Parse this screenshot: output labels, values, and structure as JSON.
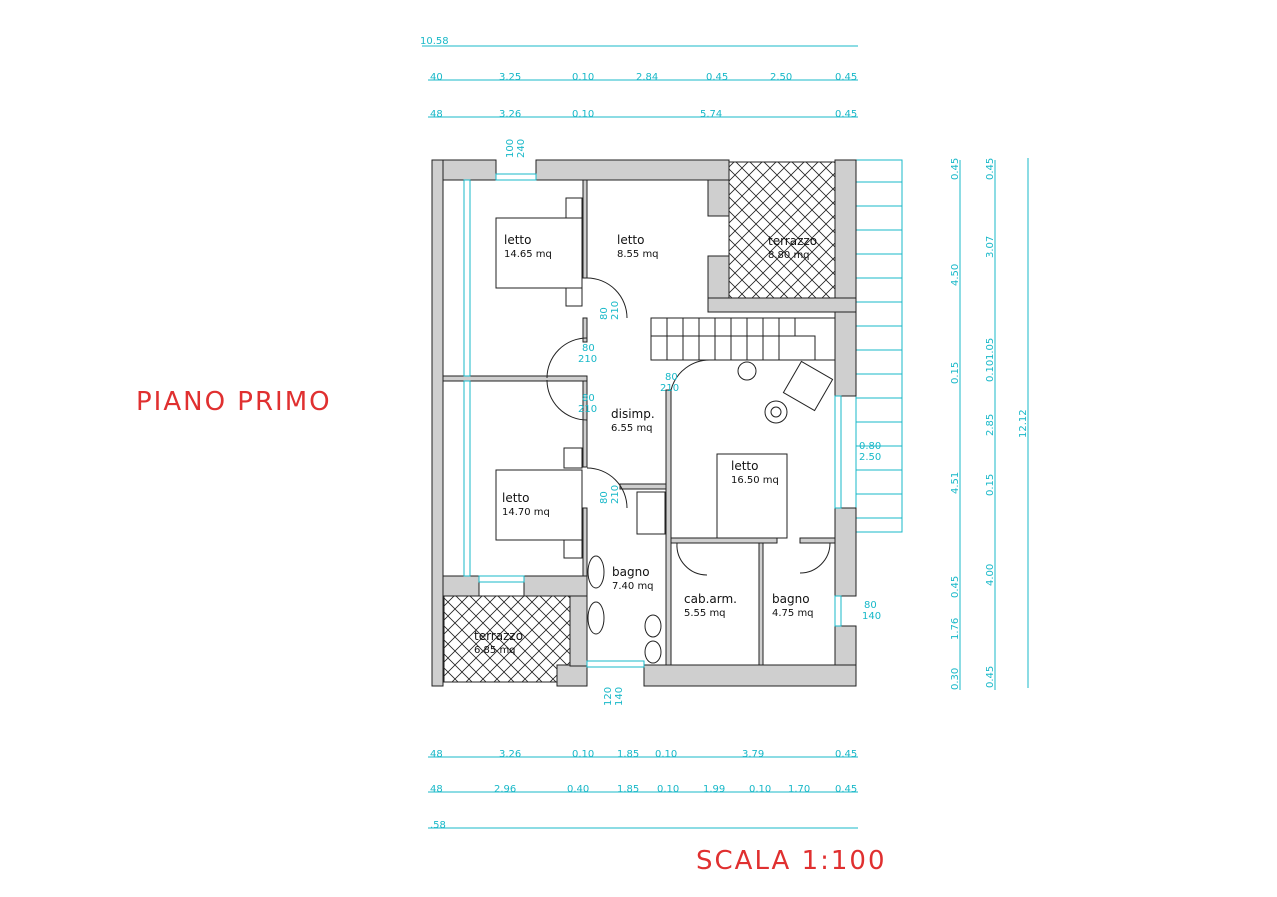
{
  "titles": {
    "floor": "PIANO PRIMO",
    "scale": "SCALA 1:100"
  },
  "rooms": [
    {
      "name": "letto",
      "area": "14.65 mq"
    },
    {
      "name": "letto",
      "area": "8.55 mq"
    },
    {
      "name": "terrazzo",
      "area": "8.80 mq"
    },
    {
      "name": "disimp.",
      "area": "6.55 mq"
    },
    {
      "name": "letto",
      "area": "16.50 mq"
    },
    {
      "name": "letto",
      "area": "14.70 mq"
    },
    {
      "name": "bagno",
      "area": "7.40 mq"
    },
    {
      "name": "cab.arm.",
      "area": "5.55 mq"
    },
    {
      "name": "bagno",
      "area": "4.75 mq"
    },
    {
      "name": "terrazzo",
      "area": "6.85 mq"
    }
  ],
  "dimensions": {
    "top_total": "10.58",
    "top_row1": [
      "40",
      "3.25",
      "0.10",
      "2.84",
      "0.45",
      "2.50",
      "0.45"
    ],
    "top_row2": [
      "48",
      "3.26",
      "0.10",
      "5.74",
      "0.45"
    ],
    "bottom_row1": [
      "48",
      "3.26",
      "0.10",
      "1.85",
      "0.10",
      "3.79",
      "0.45"
    ],
    "bottom_row2": [
      "48",
      "2.96",
      "0.40",
      "1.85",
      "0.10",
      "1.99",
      "0.10",
      "1.70",
      "0.45"
    ],
    "bottom_total": ".58",
    "right_col1": [
      "0.45",
      "4.50",
      "0.15",
      "4.51",
      "0.45",
      "1.76",
      "0.30"
    ],
    "right_col2": [
      "0.45",
      "3.07",
      "1.05",
      "0.10",
      "2.85",
      "0.15",
      "4.00",
      "0.45"
    ],
    "right_total": "12.12"
  },
  "openings": {
    "window_top": [
      "100",
      "240"
    ],
    "door_letto1": [
      "80",
      "210"
    ],
    "door_corridor": [
      "80",
      "210"
    ],
    "door_letto2": [
      "80",
      "210"
    ],
    "door_dismp": [
      "80",
      "210"
    ],
    "door_letto3": [
      "80",
      "210"
    ],
    "window_right": [
      "0.80",
      "2.50"
    ],
    "window_bagno": [
      "80",
      "140"
    ],
    "window_bottom": [
      "120",
      "140"
    ]
  },
  "colors": {
    "dimension": "#18b8c8",
    "title": "#e03030",
    "wall": "#cfcfcf",
    "ink": "#111111"
  }
}
